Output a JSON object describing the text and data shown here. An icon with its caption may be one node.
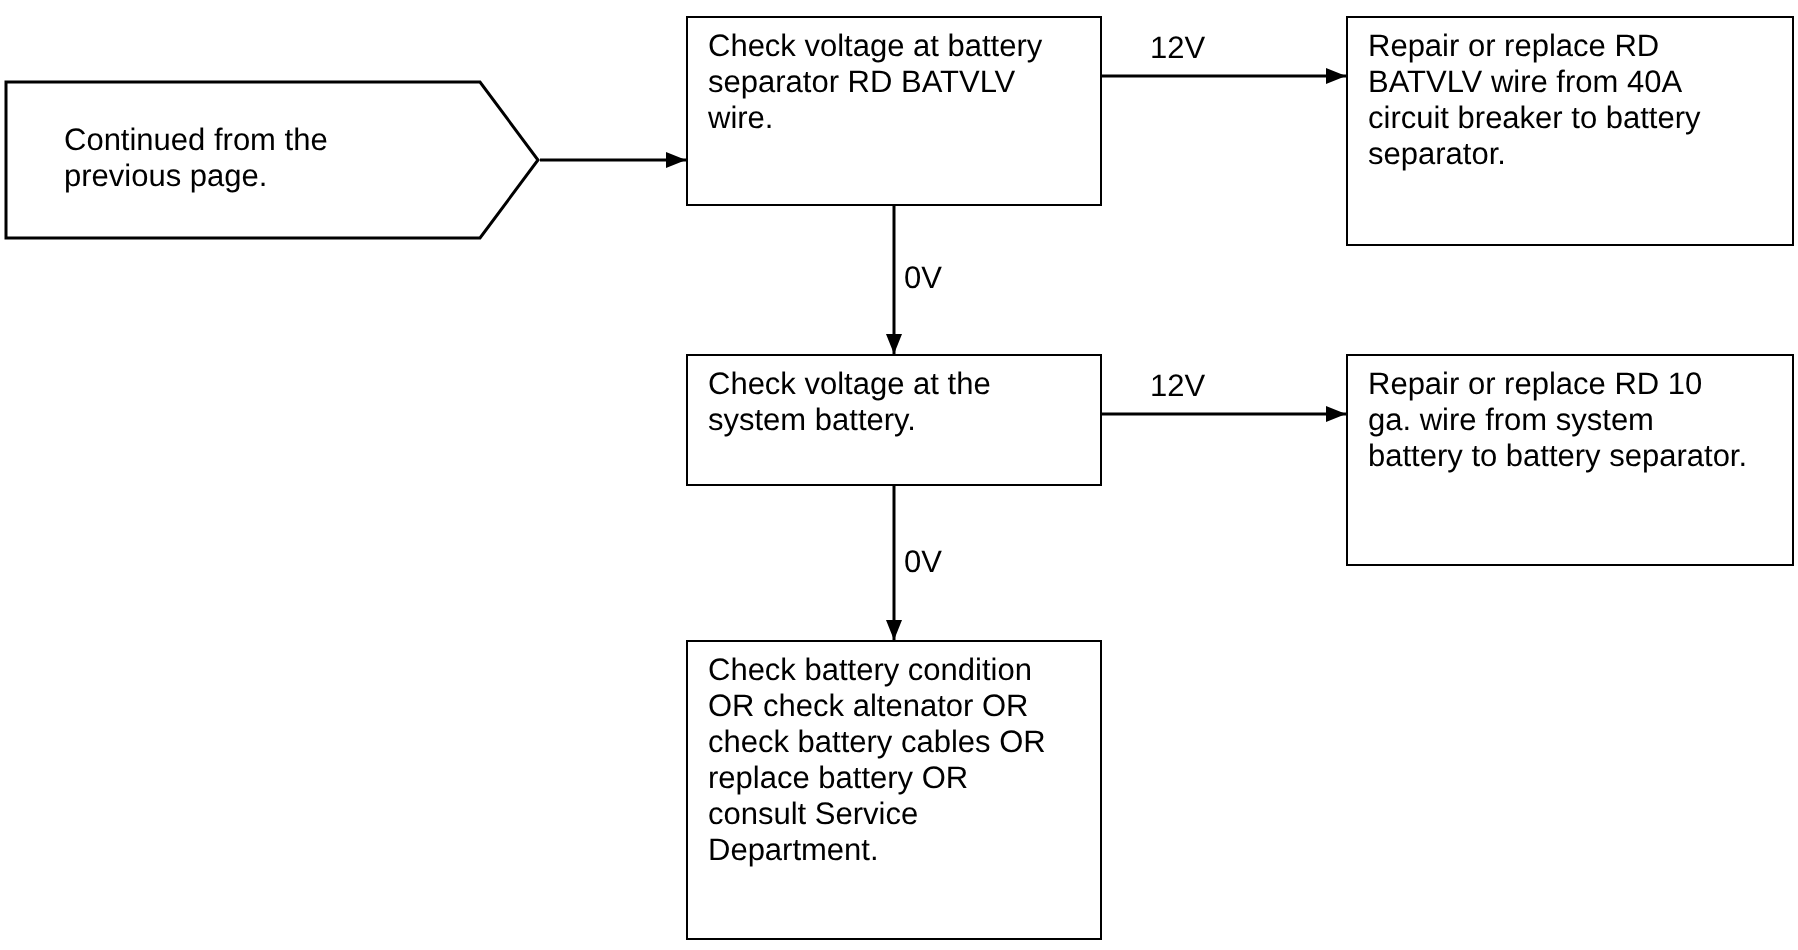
{
  "diagram": {
    "nodes": [
      {
        "text": [
          "Continued from the previous page."
        ]
      },
      {
        "text": [
          "Check voltage at battery separator RD BATVLV wire."
        ]
      },
      {
        "text": [
          "Repair or replace RD BATVLV wire from 40A circuit breaker to battery separator."
        ]
      },
      {
        "text": [
          "Check voltage at the system battery."
        ]
      },
      {
        "text": [
          "Repair or replace RD 10 ga. wire from system battery to battery separator."
        ]
      },
      {
        "text": [
          "Check battery condition OR check altenator OR check battery cables OR replace battery OR consult Service Department."
        ]
      }
    ],
    "edges": [
      {
        "from": 0,
        "to": 1,
        "arrow": "to"
      },
      {
        "from": 1,
        "to": 2,
        "arrow": "to",
        "label": "12V"
      },
      {
        "from": 1,
        "to": 3,
        "arrow": "to",
        "label": "0V"
      },
      {
        "from": 3,
        "to": 4,
        "arrow": "to",
        "label": "12V"
      },
      {
        "from": 3,
        "to": 5,
        "arrow": "to",
        "label": "0V"
      }
    ]
  }
}
